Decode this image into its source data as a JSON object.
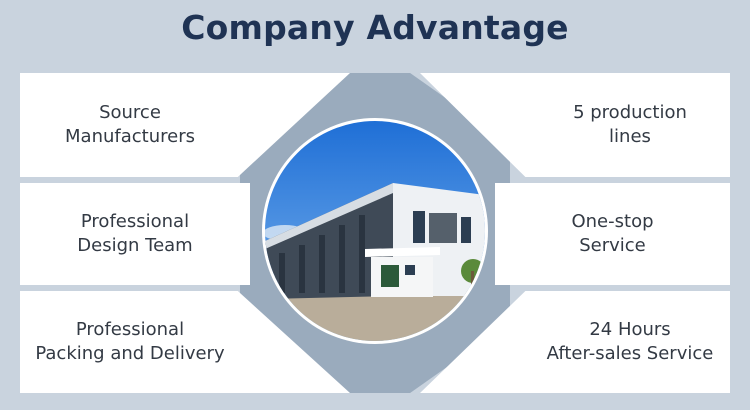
{
  "title": "Company Advantage",
  "advantages": [
    {
      "label": "Source\nManufacturers"
    },
    {
      "label": "Professional\nDesign Team"
    },
    {
      "label": "Professional\nPacking and Delivery"
    },
    {
      "label": "5 production\nlines"
    },
    {
      "label": "One-stop\nService"
    },
    {
      "label": "24 Hours\nAfter-sales Service"
    }
  ],
  "colors": {
    "background": "#c9d3de",
    "octagon": "#9aabbd",
    "title": "#1f3354",
    "box": "#ffffff",
    "text": "#333a44"
  },
  "image": {
    "subject": "factory-building-photo"
  }
}
